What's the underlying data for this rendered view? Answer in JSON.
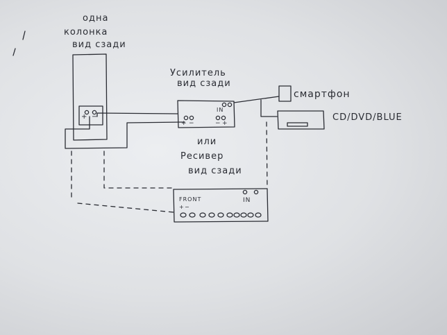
{
  "speaker": {
    "label_line1": "одна",
    "label_line2": "колонка",
    "label_line3": "вид сзади",
    "terminal_plus": "+",
    "terminal_minus": "−"
  },
  "amplifier": {
    "label_line1": "Усилитель",
    "label_line2": "вид сзади",
    "input_label": "IN",
    "terminal_plus": "+",
    "terminal_minus": "−"
  },
  "separator": {
    "label": "или"
  },
  "receiver": {
    "label_line1": "Ресивер",
    "label_line2": "вид сзади",
    "front_label": "FRONT",
    "input_label": "IN",
    "terminal_plus": "+",
    "terminal_minus": "−"
  },
  "sources": {
    "smartphone_label": "смартфон",
    "player_label": "CD/DVD/BLUE"
  },
  "colors": {
    "ink": "#2a2c33",
    "paper": "#e6e8eb"
  }
}
